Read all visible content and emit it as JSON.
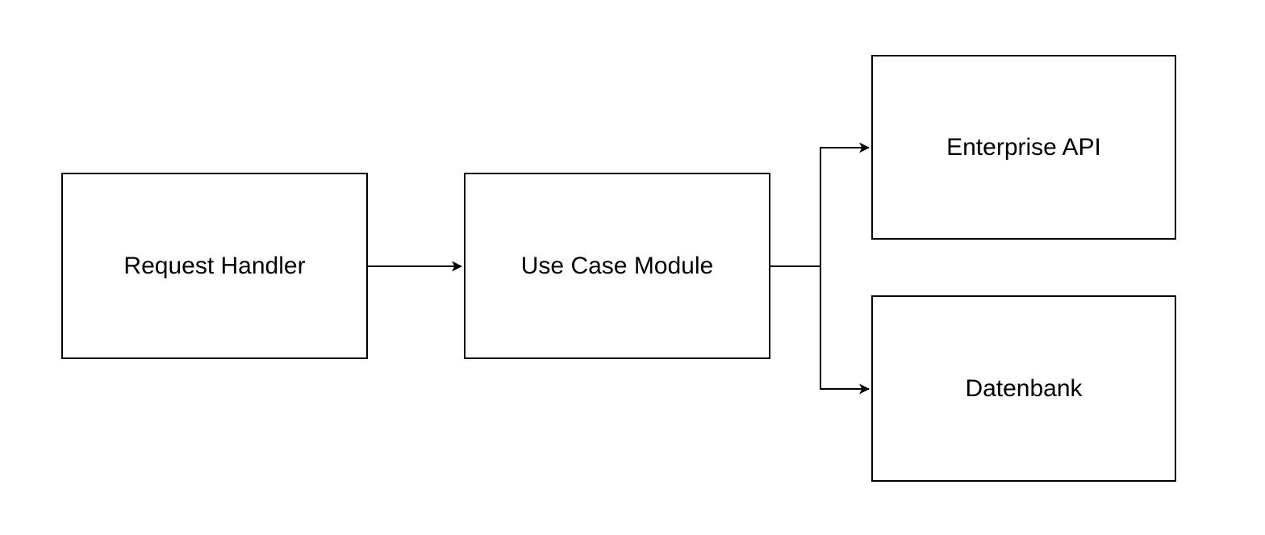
{
  "diagram": {
    "background_color": "#ffffff",
    "stroke_color": "#000000",
    "node_fill_color": "#ffffff",
    "nodes": [
      {
        "id": "request-handler",
        "label": "Request Handler"
      },
      {
        "id": "use-case-module",
        "label": "Use Case Module"
      },
      {
        "id": "enterprise-api",
        "label": "Enterprise API"
      },
      {
        "id": "datenbank",
        "label": "Datenbank"
      }
    ],
    "edges": [
      {
        "from": "Request Handler",
        "to": "Use Case Module",
        "arrow": "end"
      },
      {
        "from": "Use Case Module",
        "to": "Enterprise API",
        "arrow": "end"
      },
      {
        "from": "Use Case Module",
        "to": "Datenbank",
        "arrow": "end"
      }
    ]
  }
}
